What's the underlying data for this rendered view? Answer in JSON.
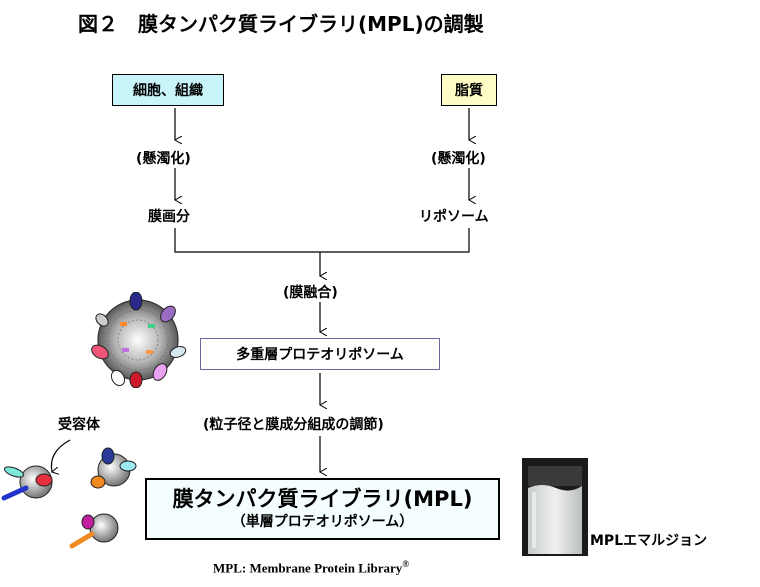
{
  "title": "図２　膜タンパク質ライブラリ(MPL)の調製",
  "nodes": {
    "cells": "細胞、組織",
    "lipid": "脂質",
    "suspend_left": "(懸濁化)",
    "suspend_right": "(懸濁化)",
    "membrane_fraction": "膜画分",
    "liposome": "リポソーム",
    "fusion": "(膜融合)",
    "multilayer": "多重層プロテオリポソーム",
    "adjust": "(粒子径と膜成分組成の調節)",
    "mpl_title": "膜タンパク質ライブラリ(MPL)",
    "mpl_subtitle": "（単層プロテオリポソーム）",
    "receptor": "受容体",
    "emulsion": "MPLエマルジョン"
  },
  "footer": {
    "text": "MPL: Membrane Protein Library",
    "mark": "®"
  },
  "colors": {
    "cells_box": "#c9f4f9",
    "lipid_box": "#fdfcc4",
    "mpl_box": "#f4feff",
    "multilayer_border": "#6a6a9e"
  }
}
